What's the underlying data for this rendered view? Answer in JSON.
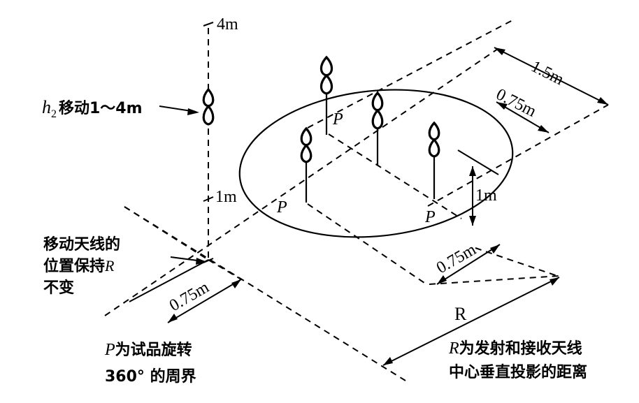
{
  "labels": {
    "height_top": "4m",
    "height_bottom": "1m",
    "h2_symbol": "h",
    "h2_subscript": "2",
    "h2_text": "移动1～4m",
    "dist_15": "1.5m",
    "dist_075_top": "0.75m",
    "dist_075_right": "0.75m",
    "dist_075_left": "0.75m",
    "height_1m_right": "1m",
    "range_R": "R",
    "p_labels": [
      "P",
      "P",
      "P"
    ],
    "move_antenna": [
      "移动天线",
      "的",
      "位置保持",
      "R",
      "不变"
    ],
    "p_note_line1_italic": "P",
    "p_note_line1": "为试品旋转",
    "p_note_line2": "360° 的周界",
    "r_note_line1_italic": "R",
    "r_note_line1": "为发射和接收天线",
    "r_note_line2": "中心垂直投影的距离"
  }
}
